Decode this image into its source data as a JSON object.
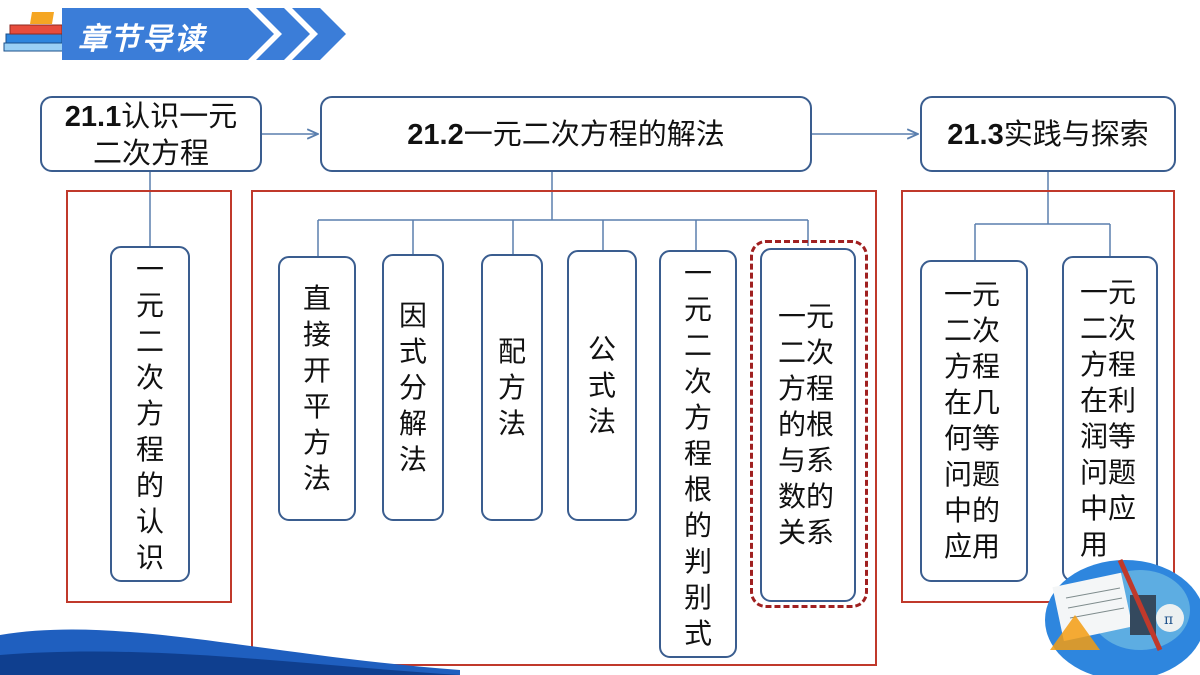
{
  "header": {
    "title": "章节导读"
  },
  "sections": {
    "s1": {
      "num": "21.1",
      "text": "认识一元二次方程"
    },
    "s2": {
      "num": "21.2",
      "text": "一元二次方程的解法"
    },
    "s3": {
      "num": "21.3",
      "text": "实践与探索"
    }
  },
  "group1": {
    "items": [
      "一元二次方程的认识"
    ]
  },
  "group2": {
    "items": [
      "直接开平方法",
      "因式分解法",
      "配方法",
      "公式法",
      "一元二次方程根的判别式",
      "一元二次方程的根与系数的关系"
    ],
    "highlighted_index": 5
  },
  "group3": {
    "items": [
      "一元二次方程在几何等问题中的应用",
      "一元二次方程在利润等问题中应用"
    ]
  },
  "colors": {
    "box_border": "#3a5d8f",
    "frame_border": "#c0392b",
    "banner": "#3b7dd8",
    "connector": "#5a7fae"
  }
}
